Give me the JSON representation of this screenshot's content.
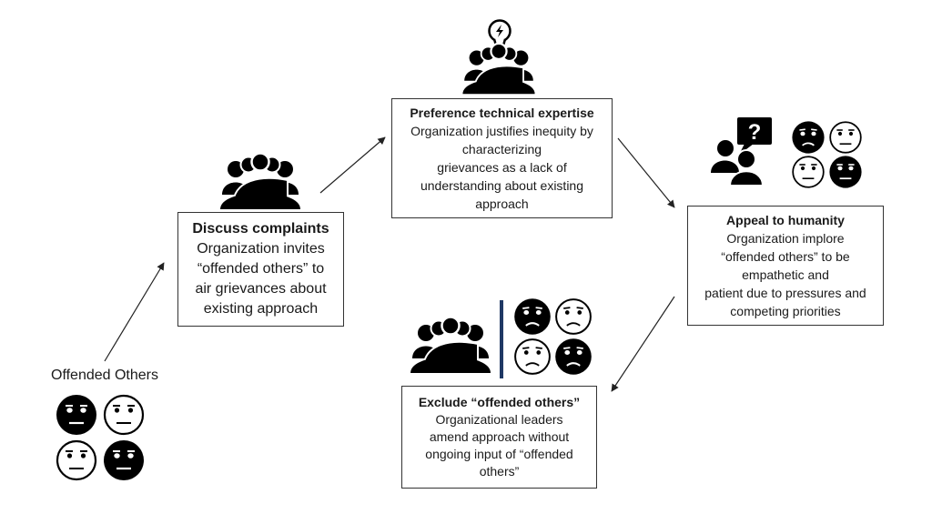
{
  "offended_group": {
    "label": "Offended Others"
  },
  "boxes": {
    "discuss": {
      "title": "Discuss complaints",
      "body": "Organization invites\n“offended others” to\nair grievances about\nexisting approach"
    },
    "technical": {
      "title": "Preference technical  expertise",
      "body": "Organization justifies inequity by\ncharacterizing\ngrievances as a lack of\nunderstanding about existing\napproach"
    },
    "humanity": {
      "title": "Appeal to humanity",
      "body": "Organization implore\n“offended others” to be\nempathetic and\npatient due to pressures and\ncompeting priorities"
    },
    "exclude": {
      "title": "Exclude “offended others”",
      "body": "Organizational leaders\namend approach without\nongoing input of “offended\nothers”"
    }
  },
  "icons": {
    "group": "people-group-icon",
    "lightbulb": "lightbulb-icon",
    "question": "question-speech-bubble-icon",
    "faces": "unhappy-face-icon",
    "divider_color": "#1f3864"
  }
}
